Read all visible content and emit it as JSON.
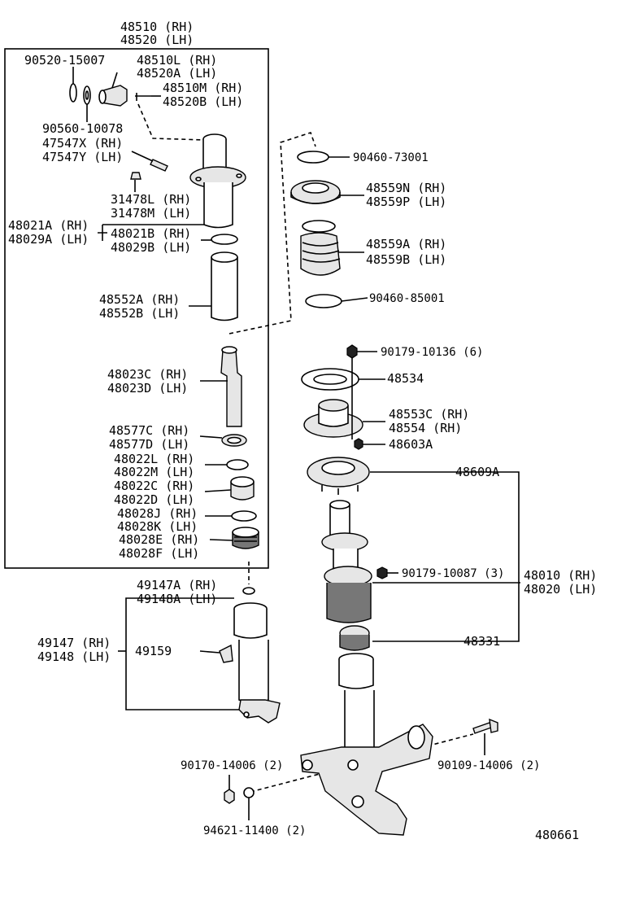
{
  "diagram": {
    "part_code": "480661",
    "assembly_labels": {
      "left_assembly_rh": "48510 (RH)",
      "left_assembly_lh": "48520 (LH)",
      "strut_assembly_rh": "48010 (RH)",
      "strut_assembly_lh": "48020 (LH)",
      "lower_cartridge_rh": "49147 (RH)",
      "lower_cartridge_lh": "49148 (LH)",
      "shock_absorber_group": "48609A"
    },
    "callouts": [
      {
        "id": "c01",
        "lines": [
          "90520-15007"
        ]
      },
      {
        "id": "c02",
        "lines": [
          "48510L (RH)",
          "48520A (LH)"
        ]
      },
      {
        "id": "c03",
        "lines": [
          "48510M (RH)",
          "48520B (LH)"
        ]
      },
      {
        "id": "c04",
        "lines": [
          "90560-10078"
        ]
      },
      {
        "id": "c05",
        "lines": [
          "47547X (RH)",
          "47547Y (LH)"
        ]
      },
      {
        "id": "c06",
        "lines": [
          "31478L (RH)",
          "31478M (LH)"
        ]
      },
      {
        "id": "c07",
        "lines": [
          "48021A (RH)",
          "48029A (LH)"
        ]
      },
      {
        "id": "c08",
        "lines": [
          "48021B (RH)",
          "48029B (LH)"
        ]
      },
      {
        "id": "c09",
        "lines": [
          "48552A (RH)",
          "48552B (LH)"
        ]
      },
      {
        "id": "c10",
        "lines": [
          "48023C (RH)",
          "48023D (LH)"
        ]
      },
      {
        "id": "c11",
        "lines": [
          "48577C (RH)",
          "48577D (LH)"
        ]
      },
      {
        "id": "c12",
        "lines": [
          "48022L (RH)",
          "48022M (LH)"
        ]
      },
      {
        "id": "c13",
        "lines": [
          "48022C (RH)",
          "48022D (LH)"
        ]
      },
      {
        "id": "c14",
        "lines": [
          "48028J (RH)",
          "48028K (LH)"
        ]
      },
      {
        "id": "c15",
        "lines": [
          "48028E (RH)",
          "48028F (LH)"
        ]
      },
      {
        "id": "c16",
        "lines": [
          "49147A (RH)",
          "49148A (LH)"
        ]
      },
      {
        "id": "c17",
        "lines": [
          "49159"
        ]
      },
      {
        "id": "c18",
        "lines": [
          "90170-14006 (2)"
        ]
      },
      {
        "id": "c19",
        "lines": [
          "94621-11400 (2)"
        ]
      },
      {
        "id": "c20",
        "lines": [
          "90460-73001"
        ]
      },
      {
        "id": "c21",
        "lines": [
          "48559N (RH)",
          "48559P (LH)"
        ]
      },
      {
        "id": "c22",
        "lines": [
          "48559A (RH)",
          "48559B (LH)"
        ]
      },
      {
        "id": "c23",
        "lines": [
          "90460-85001"
        ]
      },
      {
        "id": "c24",
        "lines": [
          "90179-10136 (6)"
        ]
      },
      {
        "id": "c25",
        "lines": [
          "48534"
        ]
      },
      {
        "id": "c26",
        "lines": [
          "48553C (RH)",
          "48554 (RH)"
        ]
      },
      {
        "id": "c27",
        "lines": [
          "48603A"
        ]
      },
      {
        "id": "c28",
        "lines": [
          "90179-10087 (3)"
        ]
      },
      {
        "id": "c29",
        "lines": [
          "48331"
        ]
      },
      {
        "id": "c30",
        "lines": [
          "90109-14006 (2)"
        ]
      }
    ]
  }
}
